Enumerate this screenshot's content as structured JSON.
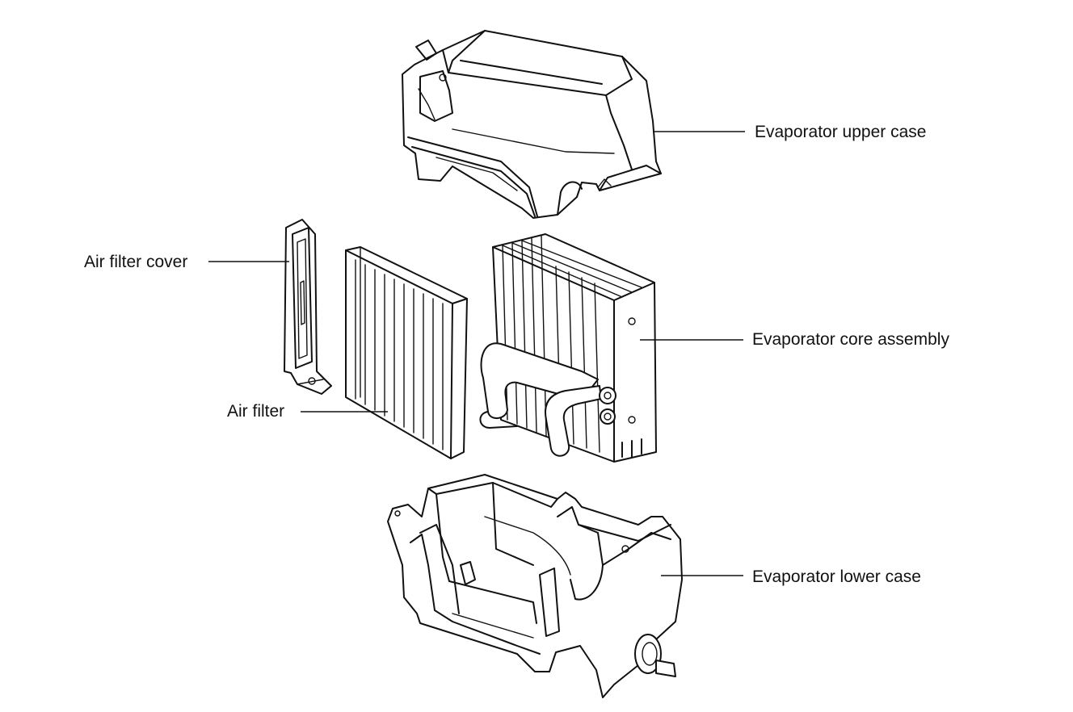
{
  "labels": {
    "upper_case": "Evaporator upper case",
    "filter_cover": "Air filter cover",
    "core": "Evaporator core assembly",
    "filter": "Air filter",
    "lower_case": "Evaporator lower case"
  }
}
